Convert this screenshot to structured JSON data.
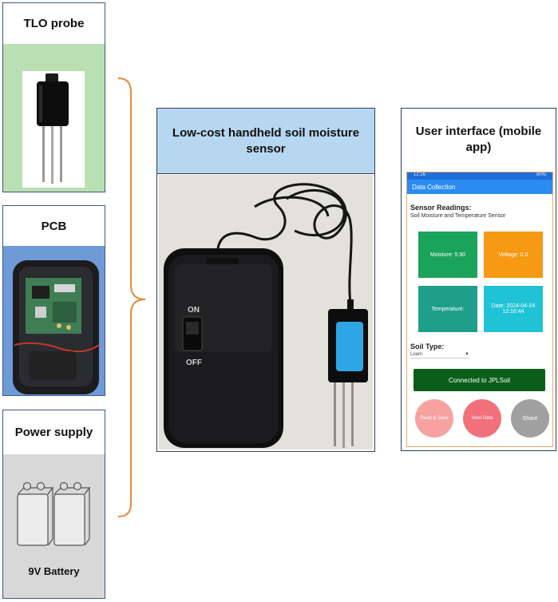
{
  "components": {
    "tlo_probe": {
      "title": "TLO probe"
    },
    "pcb": {
      "title": "PCB"
    },
    "power_supply": {
      "title": "Power supply",
      "caption": "9V Battery"
    }
  },
  "sensor": {
    "title": "Low-cost handheld soil moisture sensor",
    "switch_on_label": "ON",
    "switch_off_label": "OFF"
  },
  "user_interface": {
    "title": "User interface (mobile app)",
    "app": {
      "status_time": "12:16",
      "status_battery": "80%",
      "appbar_title": "Data Collection",
      "readings_title": "Sensor Readings:",
      "readings_subtitle": "Soil Moisture and Temperature Sensor",
      "tiles": {
        "moisture": "Moisture: 5.90",
        "voltage": "Voltage: 0.0",
        "temperature": "Temperature:",
        "date": "Date: 2024-04-24 12:16:44"
      },
      "soil_type_label": "Soil Type:",
      "soil_type_value": "Loam",
      "connect_button": "Connected to JPLSoil",
      "buttons": {
        "read_save": "Read & Save",
        "view_data": "View Data",
        "share": "Share"
      }
    }
  },
  "colors": {
    "tlo_panel": "#b9dfb2",
    "pcb_panel": "#6f9ad8",
    "power_panel": "#d8d8d8",
    "sensor_header": "#b7d7f0",
    "bracket": "#e8893a",
    "tile_moisture": "#1aa35a",
    "tile_voltage": "#f59a12",
    "tile_temperature": "#1f9e8c",
    "tile_date": "#20c3d6",
    "connect_button": "#0b5e1a"
  },
  "icons": [
    "soil-probe-icon",
    "pcb-board-icon",
    "battery-icon",
    "handheld-sensor-icon",
    "phone-screen-icon"
  ]
}
